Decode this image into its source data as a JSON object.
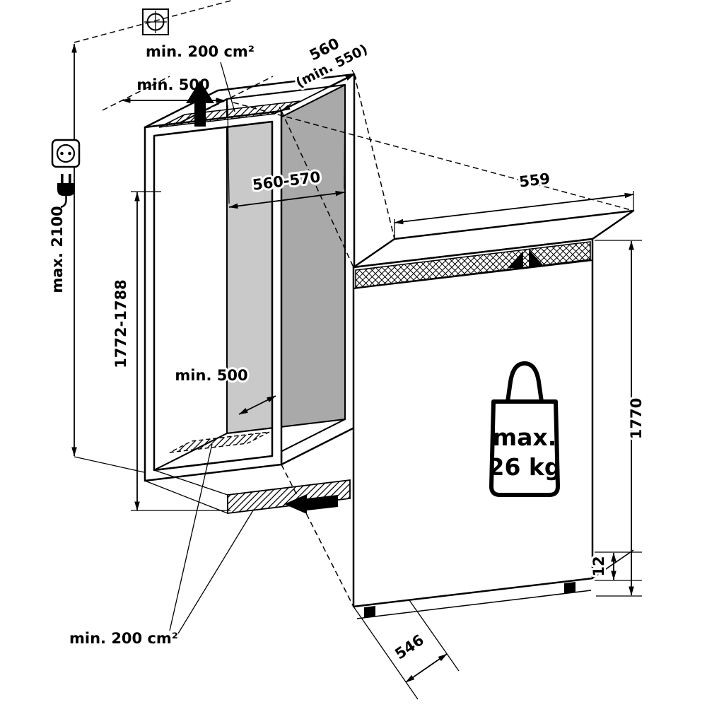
{
  "diagram": {
    "type": "appliance-installation-drawing",
    "labels": {
      "vent_top": "min. 200 cm²",
      "clearance_top": "min. 500",
      "niche_depth": "560",
      "niche_depth_min": "(min. 550)",
      "niche_width": "560-570",
      "niche_height": "1772-1788",
      "max_height": "max. 2100",
      "floor_clearance": "min. 500",
      "appliance_width": "559",
      "appliance_height": "1770",
      "bottom_gap": "12",
      "appliance_depth": "546",
      "vent_bottom": "min. 200 cm²",
      "weight_max": "max.",
      "weight_value": "26 kg"
    },
    "icons": {
      "register_mark": "⌖",
      "socket": "⊙",
      "plug": "🔌",
      "airflow_out": "▲",
      "airflow_in": "◀"
    },
    "colors": {
      "line": "#000000",
      "background": "#ffffff",
      "niche_back_wall": "#c9c9c9",
      "niche_side_wall": "#a9a9a9"
    }
  }
}
